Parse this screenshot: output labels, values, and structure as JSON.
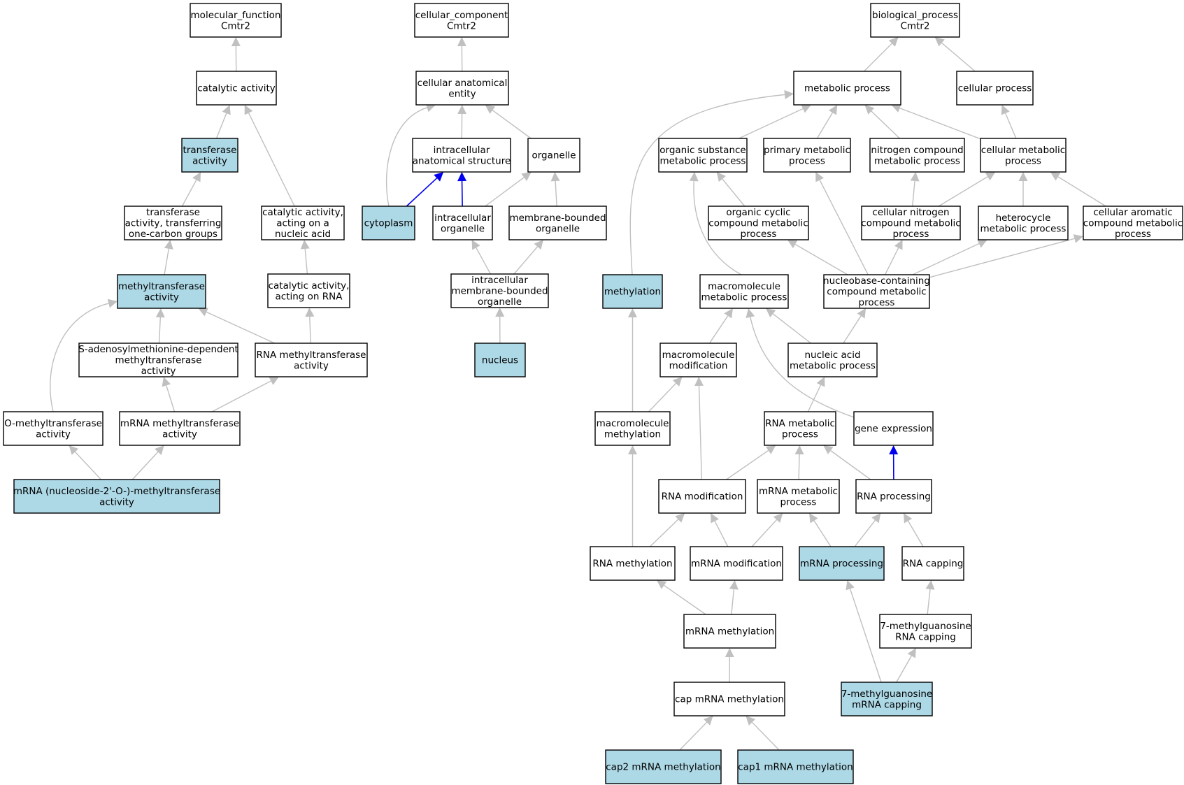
{
  "colors": {
    "normal_fill": "#ffffff",
    "highlight_fill": "#add8e6",
    "edge_gray": "#c0c0c0",
    "edge_blue": "#0000ee"
  },
  "nodes": [
    {
      "id": "mf_root",
      "lines": [
        "molecular_function",
        "Cmtr2"
      ],
      "highlight": false
    },
    {
      "id": "catalytic",
      "lines": [
        "catalytic activity"
      ],
      "highlight": false
    },
    {
      "id": "transferase",
      "lines": [
        "transferase",
        "activity"
      ],
      "highlight": true
    },
    {
      "id": "transf_onecarbon",
      "lines": [
        "transferase",
        "activity, transferring",
        "one-carbon groups"
      ],
      "highlight": false
    },
    {
      "id": "cat_nucleic",
      "lines": [
        "catalytic activity,",
        "acting on a",
        "nucleic acid"
      ],
      "highlight": false
    },
    {
      "id": "cat_rna",
      "lines": [
        "catalytic activity,",
        "acting on RNA"
      ],
      "highlight": false
    },
    {
      "id": "methyltransferase",
      "lines": [
        "methyltransferase",
        "activity"
      ],
      "highlight": true
    },
    {
      "id": "sam_mt",
      "lines": [
        "S-adenosylmethionine-dependent",
        "methyltransferase",
        "activity"
      ],
      "highlight": false
    },
    {
      "id": "rna_mt",
      "lines": [
        "RNA methyltransferase",
        "activity"
      ],
      "highlight": false
    },
    {
      "id": "o_mt",
      "lines": [
        "O-methyltransferase",
        "activity"
      ],
      "highlight": false
    },
    {
      "id": "mrna_mt",
      "lines": [
        "mRNA methyltransferase",
        "activity"
      ],
      "highlight": false
    },
    {
      "id": "mrna_nuc2o",
      "lines": [
        "mRNA (nucleoside-2'-O-)-methyltransferase",
        "activity"
      ],
      "highlight": true
    },
    {
      "id": "cc_root",
      "lines": [
        "cellular_component",
        "Cmtr2"
      ],
      "highlight": false
    },
    {
      "id": "cae",
      "lines": [
        "cellular anatomical",
        "entity"
      ],
      "highlight": false
    },
    {
      "id": "ias",
      "lines": [
        "intracellular",
        "anatomical structure"
      ],
      "highlight": false
    },
    {
      "id": "organelle",
      "lines": [
        "organelle"
      ],
      "highlight": false
    },
    {
      "id": "cytoplasm",
      "lines": [
        "cytoplasm"
      ],
      "highlight": true
    },
    {
      "id": "intra_org",
      "lines": [
        "intracellular",
        "organelle"
      ],
      "highlight": false
    },
    {
      "id": "mb_org",
      "lines": [
        "membrane-bounded",
        "organelle"
      ],
      "highlight": false
    },
    {
      "id": "imb_org",
      "lines": [
        "intracellular",
        "membrane-bounded",
        "organelle"
      ],
      "highlight": false
    },
    {
      "id": "nucleus",
      "lines": [
        "nucleus"
      ],
      "highlight": true
    },
    {
      "id": "bp_root",
      "lines": [
        "biological_process",
        "Cmtr2"
      ],
      "highlight": false
    },
    {
      "id": "metab",
      "lines": [
        "metabolic process"
      ],
      "highlight": false
    },
    {
      "id": "cellproc",
      "lines": [
        "cellular process"
      ],
      "highlight": false
    },
    {
      "id": "orgsub",
      "lines": [
        "organic substance",
        "metabolic process"
      ],
      "highlight": false
    },
    {
      "id": "primary",
      "lines": [
        "primary metabolic",
        "process"
      ],
      "highlight": false
    },
    {
      "id": "nitrogen",
      "lines": [
        "nitrogen compound",
        "metabolic process"
      ],
      "highlight": false
    },
    {
      "id": "cellmetab",
      "lines": [
        "cellular metabolic",
        "process"
      ],
      "highlight": false
    },
    {
      "id": "orgcyclic",
      "lines": [
        "organic cyclic",
        "compound metabolic",
        "process"
      ],
      "highlight": false
    },
    {
      "id": "cellnitro",
      "lines": [
        "cellular nitrogen",
        "compound metabolic",
        "process"
      ],
      "highlight": false
    },
    {
      "id": "heterocycle",
      "lines": [
        "heterocycle",
        "metabolic process"
      ],
      "highlight": false
    },
    {
      "id": "cellarom",
      "lines": [
        "cellular aromatic",
        "compound metabolic",
        "process"
      ],
      "highlight": false
    },
    {
      "id": "methylation",
      "lines": [
        "methylation"
      ],
      "highlight": true
    },
    {
      "id": "macromol_metab",
      "lines": [
        "macromolecule",
        "metabolic process"
      ],
      "highlight": false
    },
    {
      "id": "nucleobase",
      "lines": [
        "nucleobase-containing",
        "compound metabolic",
        "process"
      ],
      "highlight": false
    },
    {
      "id": "macromol_mod",
      "lines": [
        "macromolecule",
        "modification"
      ],
      "highlight": false
    },
    {
      "id": "nucacid",
      "lines": [
        "nucleic acid",
        "metabolic process"
      ],
      "highlight": false
    },
    {
      "id": "macromol_methyl",
      "lines": [
        "macromolecule",
        "methylation"
      ],
      "highlight": false
    },
    {
      "id": "rna_metab",
      "lines": [
        "RNA metabolic",
        "process"
      ],
      "highlight": false
    },
    {
      "id": "gene_expr",
      "lines": [
        "gene expression"
      ],
      "highlight": false
    },
    {
      "id": "rna_mod",
      "lines": [
        "RNA modification"
      ],
      "highlight": false
    },
    {
      "id": "mrna_metab",
      "lines": [
        "mRNA metabolic",
        "process"
      ],
      "highlight": false
    },
    {
      "id": "rna_proc",
      "lines": [
        "RNA processing"
      ],
      "highlight": false
    },
    {
      "id": "rna_methyl",
      "lines": [
        "RNA methylation"
      ],
      "highlight": false
    },
    {
      "id": "mrna_mod",
      "lines": [
        "mRNA modification"
      ],
      "highlight": false
    },
    {
      "id": "mrna_proc",
      "lines": [
        "mRNA processing"
      ],
      "highlight": true
    },
    {
      "id": "rna_cap",
      "lines": [
        "RNA capping"
      ],
      "highlight": false
    },
    {
      "id": "mrna_methyl",
      "lines": [
        "mRNA methylation"
      ],
      "highlight": false
    },
    {
      "id": "mg_rna_cap",
      "lines": [
        "7-methylguanosine",
        "RNA capping"
      ],
      "highlight": false
    },
    {
      "id": "cap_mrna_methyl",
      "lines": [
        "cap mRNA methylation"
      ],
      "highlight": false
    },
    {
      "id": "mg_mrna_cap",
      "lines": [
        "7-methylguanosine",
        "mRNA capping"
      ],
      "highlight": true
    },
    {
      "id": "cap2",
      "lines": [
        "cap2 mRNA methylation"
      ],
      "highlight": true
    },
    {
      "id": "cap1",
      "lines": [
        "cap1 mRNA methylation"
      ],
      "highlight": true
    }
  ],
  "edges": [
    {
      "from": "catalytic",
      "to": "mf_root",
      "color": "gray"
    },
    {
      "from": "transferase",
      "to": "catalytic",
      "color": "gray"
    },
    {
      "from": "cat_nucleic",
      "to": "catalytic",
      "color": "gray"
    },
    {
      "from": "transf_onecarbon",
      "to": "transferase",
      "color": "gray"
    },
    {
      "from": "cat_rna",
      "to": "cat_nucleic",
      "color": "gray"
    },
    {
      "from": "methyltransferase",
      "to": "transf_onecarbon",
      "color": "gray"
    },
    {
      "from": "rna_mt",
      "to": "cat_rna",
      "color": "gray"
    },
    {
      "from": "sam_mt",
      "to": "methyltransferase",
      "color": "gray"
    },
    {
      "from": "rna_mt",
      "to": "methyltransferase",
      "color": "gray"
    },
    {
      "from": "o_mt",
      "to": "methyltransferase",
      "color": "gray"
    },
    {
      "from": "mrna_mt",
      "to": "sam_mt",
      "color": "gray"
    },
    {
      "from": "mrna_mt",
      "to": "rna_mt",
      "color": "gray"
    },
    {
      "from": "mrna_nuc2o",
      "to": "o_mt",
      "color": "gray"
    },
    {
      "from": "mrna_nuc2o",
      "to": "mrna_mt",
      "color": "gray"
    },
    {
      "from": "cae",
      "to": "cc_root",
      "color": "gray"
    },
    {
      "from": "ias",
      "to": "cae",
      "color": "gray"
    },
    {
      "from": "organelle",
      "to": "cae",
      "color": "gray"
    },
    {
      "from": "cytoplasm",
      "to": "cae",
      "color": "gray"
    },
    {
      "from": "cytoplasm",
      "to": "ias",
      "color": "blue"
    },
    {
      "from": "intra_org",
      "to": "ias",
      "color": "blue"
    },
    {
      "from": "intra_org",
      "to": "organelle",
      "color": "gray"
    },
    {
      "from": "mb_org",
      "to": "organelle",
      "color": "gray"
    },
    {
      "from": "imb_org",
      "to": "intra_org",
      "color": "gray"
    },
    {
      "from": "imb_org",
      "to": "mb_org",
      "color": "gray"
    },
    {
      "from": "nucleus",
      "to": "imb_org",
      "color": "gray"
    },
    {
      "from": "metab",
      "to": "bp_root",
      "color": "gray"
    },
    {
      "from": "cellproc",
      "to": "bp_root",
      "color": "gray"
    },
    {
      "from": "methylation",
      "to": "metab",
      "color": "gray"
    },
    {
      "from": "orgsub",
      "to": "metab",
      "color": "gray"
    },
    {
      "from": "primary",
      "to": "metab",
      "color": "gray"
    },
    {
      "from": "nitrogen",
      "to": "metab",
      "color": "gray"
    },
    {
      "from": "cellmetab",
      "to": "metab",
      "color": "gray"
    },
    {
      "from": "cellmetab",
      "to": "cellproc",
      "color": "gray"
    },
    {
      "from": "orgcyclic",
      "to": "orgsub",
      "color": "gray"
    },
    {
      "from": "macromol_metab",
      "to": "orgsub",
      "color": "gray"
    },
    {
      "from": "nucleobase",
      "to": "primary",
      "color": "gray"
    },
    {
      "from": "cellnitro",
      "to": "nitrogen",
      "color": "gray"
    },
    {
      "from": "cellnitro",
      "to": "cellmetab",
      "color": "gray"
    },
    {
      "from": "heterocycle",
      "to": "cellmetab",
      "color": "gray"
    },
    {
      "from": "cellarom",
      "to": "cellmetab",
      "color": "gray"
    },
    {
      "from": "nucleobase",
      "to": "orgcyclic",
      "color": "gray"
    },
    {
      "from": "nucleobase",
      "to": "cellnitro",
      "color": "gray"
    },
    {
      "from": "nucleobase",
      "to": "heterocycle",
      "color": "gray"
    },
    {
      "from": "nucleobase",
      "to": "cellarom",
      "color": "gray"
    },
    {
      "from": "macromol_mod",
      "to": "macromol_metab",
      "color": "gray"
    },
    {
      "from": "nucacid",
      "to": "macromol_metab",
      "color": "gray"
    },
    {
      "from": "gene_expr",
      "to": "macromol_metab",
      "color": "gray"
    },
    {
      "from": "nucacid",
      "to": "nucleobase",
      "color": "gray"
    },
    {
      "from": "macromol_methyl",
      "to": "methylation",
      "color": "gray"
    },
    {
      "from": "macromol_methyl",
      "to": "macromol_mod",
      "color": "gray"
    },
    {
      "from": "rna_mod",
      "to": "macromol_mod",
      "color": "gray"
    },
    {
      "from": "rna_metab",
      "to": "nucacid",
      "color": "gray"
    },
    {
      "from": "rna_methyl",
      "to": "macromol_methyl",
      "color": "gray"
    },
    {
      "from": "rna_mod",
      "to": "rna_metab",
      "color": "gray"
    },
    {
      "from": "mrna_metab",
      "to": "rna_metab",
      "color": "gray"
    },
    {
      "from": "rna_proc",
      "to": "rna_metab",
      "color": "gray"
    },
    {
      "from": "rna_proc",
      "to": "gene_expr",
      "color": "blue"
    },
    {
      "from": "rna_methyl",
      "to": "rna_mod",
      "color": "gray"
    },
    {
      "from": "mrna_mod",
      "to": "rna_mod",
      "color": "gray"
    },
    {
      "from": "mrna_mod",
      "to": "mrna_metab",
      "color": "gray"
    },
    {
      "from": "mrna_proc",
      "to": "mrna_metab",
      "color": "gray"
    },
    {
      "from": "mrna_proc",
      "to": "rna_proc",
      "color": "gray"
    },
    {
      "from": "rna_cap",
      "to": "rna_proc",
      "color": "gray"
    },
    {
      "from": "mrna_methyl",
      "to": "rna_methyl",
      "color": "gray"
    },
    {
      "from": "mrna_methyl",
      "to": "mrna_mod",
      "color": "gray"
    },
    {
      "from": "mg_rna_cap",
      "to": "rna_cap",
      "color": "gray"
    },
    {
      "from": "cap_mrna_methyl",
      "to": "mrna_methyl",
      "color": "gray"
    },
    {
      "from": "mg_mrna_cap",
      "to": "mrna_proc",
      "color": "gray"
    },
    {
      "from": "mg_mrna_cap",
      "to": "mg_rna_cap",
      "color": "gray"
    },
    {
      "from": "cap2",
      "to": "cap_mrna_methyl",
      "color": "gray"
    },
    {
      "from": "cap1",
      "to": "cap_mrna_methyl",
      "color": "gray"
    }
  ]
}
